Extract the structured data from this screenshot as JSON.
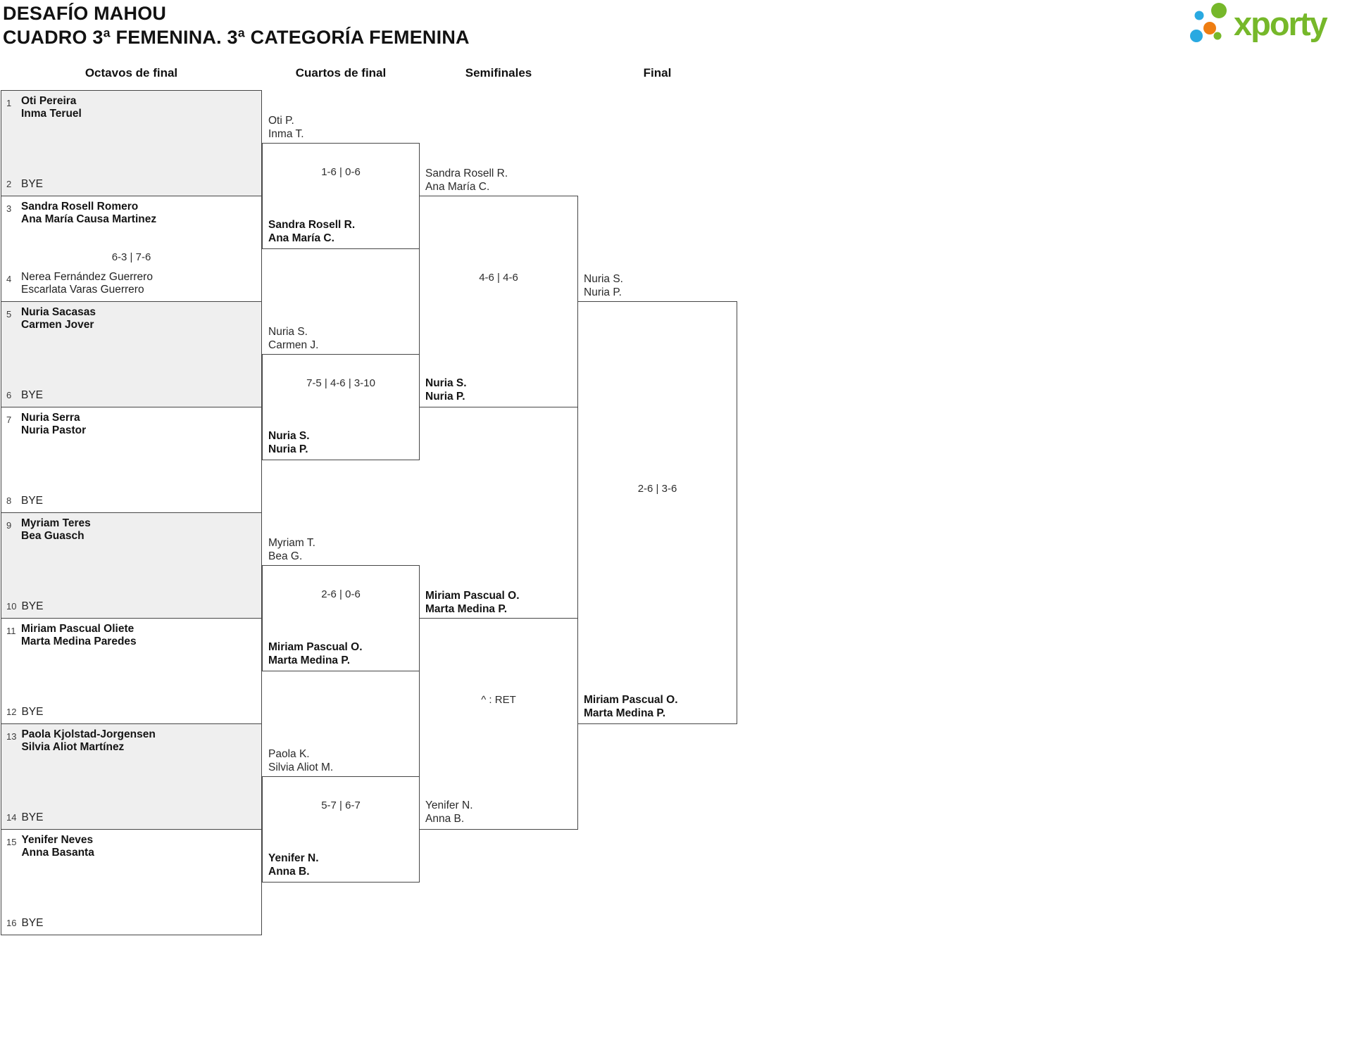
{
  "title": {
    "line1": "DESAFÍO MAHOU",
    "line2": "CUADRO 3ª FEMENINA. 3ª CATEGORÍA FEMENINA"
  },
  "logo": {
    "brand": "xporty",
    "colors": {
      "green": "#76b82a",
      "blue": "#29a9e1",
      "orange": "#ee7d11"
    }
  },
  "round_headers": [
    "Octavos de final",
    "Cuartos de final",
    "Semifinales",
    "Final"
  ],
  "bracket": {
    "octavos": [
      {
        "top_seed": "1",
        "top_name1": "Oti Pereira",
        "top_name2": "Inma Teruel",
        "top_winner": true,
        "bottom_seed": "2",
        "bottom_bye": "BYE"
      },
      {
        "top_seed": "3",
        "top_name1": "Sandra Rosell Romero",
        "top_name2": "Ana María Causa Martinez",
        "top_winner": true,
        "bottom_seed": "4",
        "bottom_name1": "Nerea Fernández Guerrero",
        "bottom_name2": "Escarlata Varas Guerrero",
        "score": "6-3 | 7-6"
      },
      {
        "top_seed": "5",
        "top_name1": "Nuria Sacasas",
        "top_name2": "Carmen Jover",
        "top_winner": true,
        "bottom_seed": "6",
        "bottom_bye": "BYE"
      },
      {
        "top_seed": "7",
        "top_name1": "Nuria Serra",
        "top_name2": "Nuria Pastor",
        "top_winner": true,
        "bottom_seed": "8",
        "bottom_bye": "BYE"
      },
      {
        "top_seed": "9",
        "top_name1": "Myriam Teres",
        "top_name2": "Bea Guasch",
        "top_winner": true,
        "bottom_seed": "10",
        "bottom_bye": "BYE"
      },
      {
        "top_seed": "11",
        "top_name1": "Miriam Pascual Oliete",
        "top_name2": "Marta Medina Paredes",
        "top_winner": true,
        "bottom_seed": "12",
        "bottom_bye": "BYE"
      },
      {
        "top_seed": "13",
        "top_name1": "Paola Kjolstad-Jorgensen",
        "top_name2": "Silvia Aliot Martínez",
        "top_winner": true,
        "bottom_seed": "14",
        "bottom_bye": "BYE"
      },
      {
        "top_seed": "15",
        "top_name1": "Yenifer Neves",
        "top_name2": "Anna Basanta",
        "top_winner": true,
        "bottom_seed": "16",
        "bottom_bye": "BYE"
      }
    ],
    "cuartos": [
      {
        "top": {
          "name1": "Oti P.",
          "name2": "Inma T."
        },
        "bottom": {
          "name1": "Sandra Rosell R.",
          "name2": "Ana María C.",
          "winner": true
        },
        "score": "1-6 | 0-6"
      },
      {
        "top": {
          "name1": "Nuria S.",
          "name2": "Carmen J."
        },
        "bottom": {
          "name1": "Nuria S.",
          "name2": "Nuria P.",
          "winner": true
        },
        "score": "7-5 | 4-6 | 3-10"
      },
      {
        "top": {
          "name1": "Myriam T.",
          "name2": "Bea G."
        },
        "bottom": {
          "name1": "Miriam Pascual O.",
          "name2": "Marta Medina P.",
          "winner": true
        },
        "score": "2-6 | 0-6"
      },
      {
        "top": {
          "name1": "Paola K.",
          "name2": "Silvia Aliot M."
        },
        "bottom": {
          "name1": "Yenifer N.",
          "name2": "Anna B.",
          "winner": true
        },
        "score": "5-7 | 6-7"
      }
    ],
    "semifinales": [
      {
        "top": {
          "name1": "Sandra Rosell R.",
          "name2": "Ana María C."
        },
        "bottom": {
          "name1": "Nuria S.",
          "name2": "Nuria P.",
          "winner": true
        },
        "score": "4-6 | 4-6"
      },
      {
        "top": {
          "name1": "Miriam Pascual O.",
          "name2": "Marta Medina P.",
          "winner": true
        },
        "bottom": {
          "name1": "Yenifer N.",
          "name2": "Anna B."
        },
        "score": "^ : RET"
      }
    ],
    "final": {
      "top": {
        "name1": "Nuria S.",
        "name2": "Nuria P."
      },
      "bottom": {
        "name1": "Miriam Pascual O.",
        "name2": "Marta Medina P.",
        "winner": true
      },
      "score": "2-6 | 3-6"
    }
  }
}
